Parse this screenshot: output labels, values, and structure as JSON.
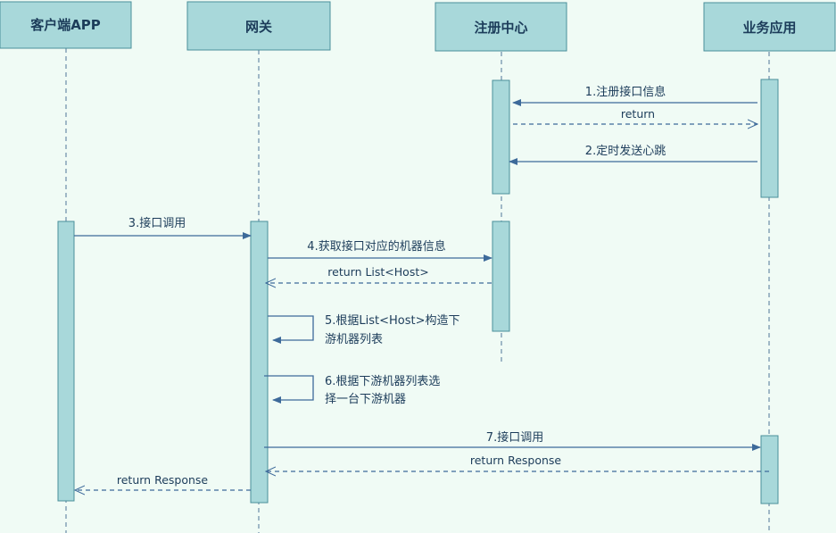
{
  "participants": [
    {
      "label": "客户端APP"
    },
    {
      "label": "网关"
    },
    {
      "label": "注册中心"
    },
    {
      "label": "业务应用"
    }
  ],
  "messages": {
    "m1": "1.注册接口信息",
    "m1_return": "return",
    "m2": "2.定时发送心跳",
    "m3": "3.接口调用",
    "m4": "4.获取接口对应的机器信息",
    "m4_return": "return List<Host>",
    "m5_line1": "5.根据List<Host>构造下",
    "m5_line2": "游机器列表",
    "m6_line1": "6.根据下游机器列表选",
    "m6_line2": "择一台下游机器",
    "m7": "7.接口调用",
    "m7_return": "return Response",
    "m3_return": "return Response"
  },
  "colors": {
    "background": "#f0fbf5",
    "box_fill": "#a8d8da",
    "box_stroke": "#4a8f9a",
    "line": "#3d6a9a",
    "text": "#1c3c5a"
  }
}
